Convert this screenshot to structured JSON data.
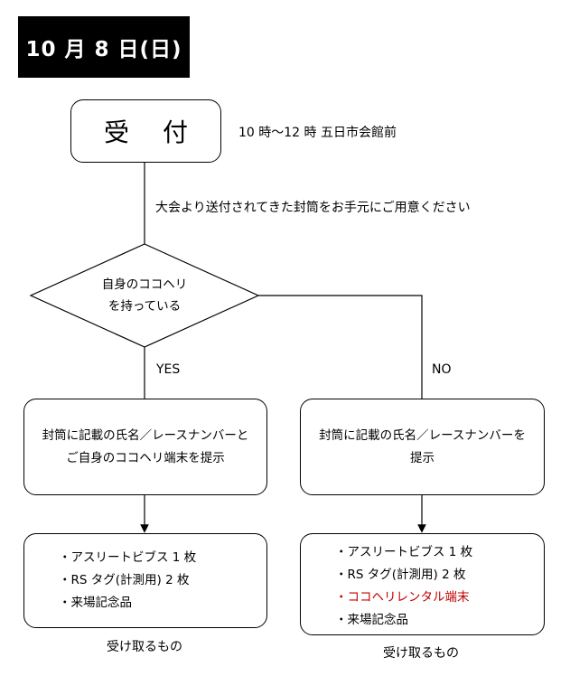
{
  "header": {
    "date": "10 月 8 日(日)"
  },
  "reception": {
    "label": "受 付",
    "time_place": "10 時〜12 時  五日市会館前",
    "instruction": "大会より送付されてきた封筒をお手元にご用意ください"
  },
  "decision": {
    "line1": "自身のココヘリ",
    "line2": "を持っている",
    "yes_label": "YES",
    "no_label": "NO"
  },
  "yes_branch": {
    "step_line1": "封筒に記載の氏名／レースナンバーと",
    "step_line2": "ご自身のココヘリ端末を提示",
    "items": [
      "・アスリートビブス  1 枚",
      "・RS タグ(計測用)  2 枚",
      "・来場記念品"
    ],
    "caption": "受け取るもの"
  },
  "no_branch": {
    "step_line1": "封筒に記載の氏名／レースナンバーを",
    "step_line2": "提示",
    "items": [
      "・アスリートビブス  1 枚",
      "・RS タグ(計測用)  2 枚",
      "・ココヘリレンタル端末",
      "・来場記念品"
    ],
    "highlight_index": 2,
    "caption": "受け取るもの"
  },
  "colors": {
    "highlight": "#c00000",
    "banner": "#000000"
  }
}
